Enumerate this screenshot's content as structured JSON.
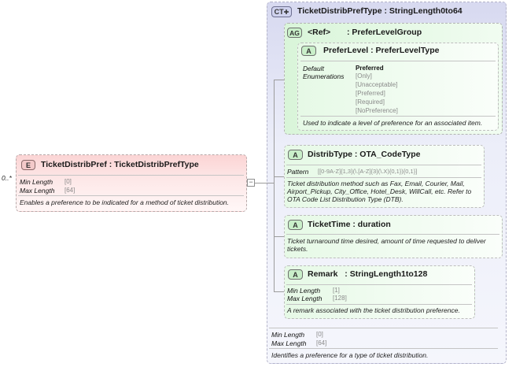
{
  "element": {
    "badge": "E",
    "title": "TicketDistribPref : TicketDistribPrefType",
    "occurrence": "0..*",
    "props": [
      {
        "label": "Min Length",
        "value": "[0]"
      },
      {
        "label": "Max Length",
        "value": "[64]"
      }
    ],
    "description": "Enables a preference to be indicated for a method of ticket distribution."
  },
  "complexType": {
    "badge": "CT",
    "title": "TicketDistribPrefType : StringLength0to64",
    "props": [
      {
        "label": "Min Length",
        "value": "[0]"
      },
      {
        "label": "Max Length",
        "value": "[64]"
      }
    ],
    "description": "Identifies a preference for a type of ticket distribution.",
    "attributeGroup": {
      "badge": "AG",
      "ref_label": "<Ref>",
      "title": ": PreferLevelGroup",
      "attribute": {
        "badge": "A",
        "title": "PreferLevel : PreferLevelType",
        "default_label": "Default",
        "default_value": "Preferred",
        "enum_label": "Enumerations",
        "enumerations": [
          "[Only]",
          "[Unacceptable]",
          "[Preferred]",
          "[Required]",
          "[NoPreference]"
        ],
        "description": "Used to indicate a level of preference for an associated item."
      }
    },
    "attributes": [
      {
        "badge": "A",
        "title": "DistribType : OTA_CodeType",
        "pattern_label": "Pattern",
        "pattern_value": "[[0-9A-Z]{1,3}(\\.[A-Z]{3}(\\.X){0,1}){0,1}]",
        "description": "Ticket distribution method such as Fax, Email, Courier, Mail, Airport_Pickup, City_Office, Hotel_Desk, WillCall, etc. Refer to OTA Code List Distribution Type (DTB)."
      },
      {
        "badge": "A",
        "title": "TicketTime : duration",
        "description": "Ticket turnaround time desired, amount of time requested to deliver tickets."
      },
      {
        "badge": "A",
        "title": "Remark   : StringLength1to128",
        "props": [
          {
            "label": "Min Length",
            "value": "[1]"
          },
          {
            "label": "Max Length",
            "value": "[128]"
          }
        ],
        "description": "A remark associated with the ticket distribution preference."
      }
    ]
  },
  "colors": {
    "element_fill": "#fde6e6",
    "complex_fill": "#e9eaf7",
    "attr_fill": "#eafaea",
    "badge_element": "#f3c9c9",
    "badge_complex": "#cfd2ee",
    "badge_attr": "#c9efc9"
  }
}
